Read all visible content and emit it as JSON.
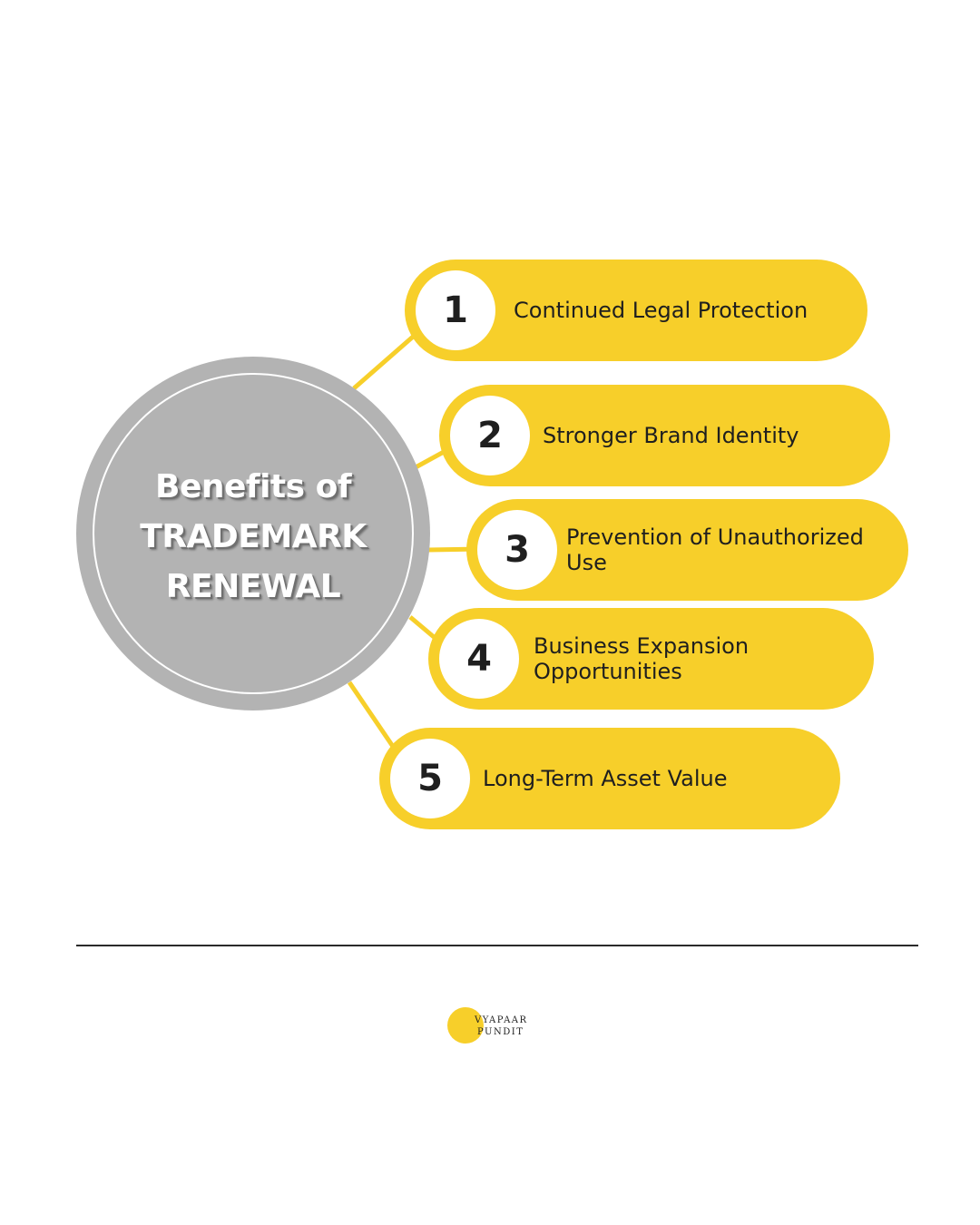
{
  "hub": {
    "title_lines": [
      "Benefits of",
      "TRADEMARK",
      "RENEWAL"
    ],
    "fill_color": "#b3b3b3"
  },
  "benefits": [
    {
      "number": "1",
      "label": "Continued Legal Protection"
    },
    {
      "number": "2",
      "label": "Stronger Brand Identity"
    },
    {
      "number": "3",
      "label": "Prevention of Unauthorized Use"
    },
    {
      "number": "4",
      "label": "Business Expansion Opportunities"
    },
    {
      "number": "5",
      "label": "Long-Term Asset Value"
    }
  ],
  "accent_color": "#f7cf2a",
  "logo": {
    "line1": "VYAPAAR",
    "line2": "PUNDIT"
  }
}
